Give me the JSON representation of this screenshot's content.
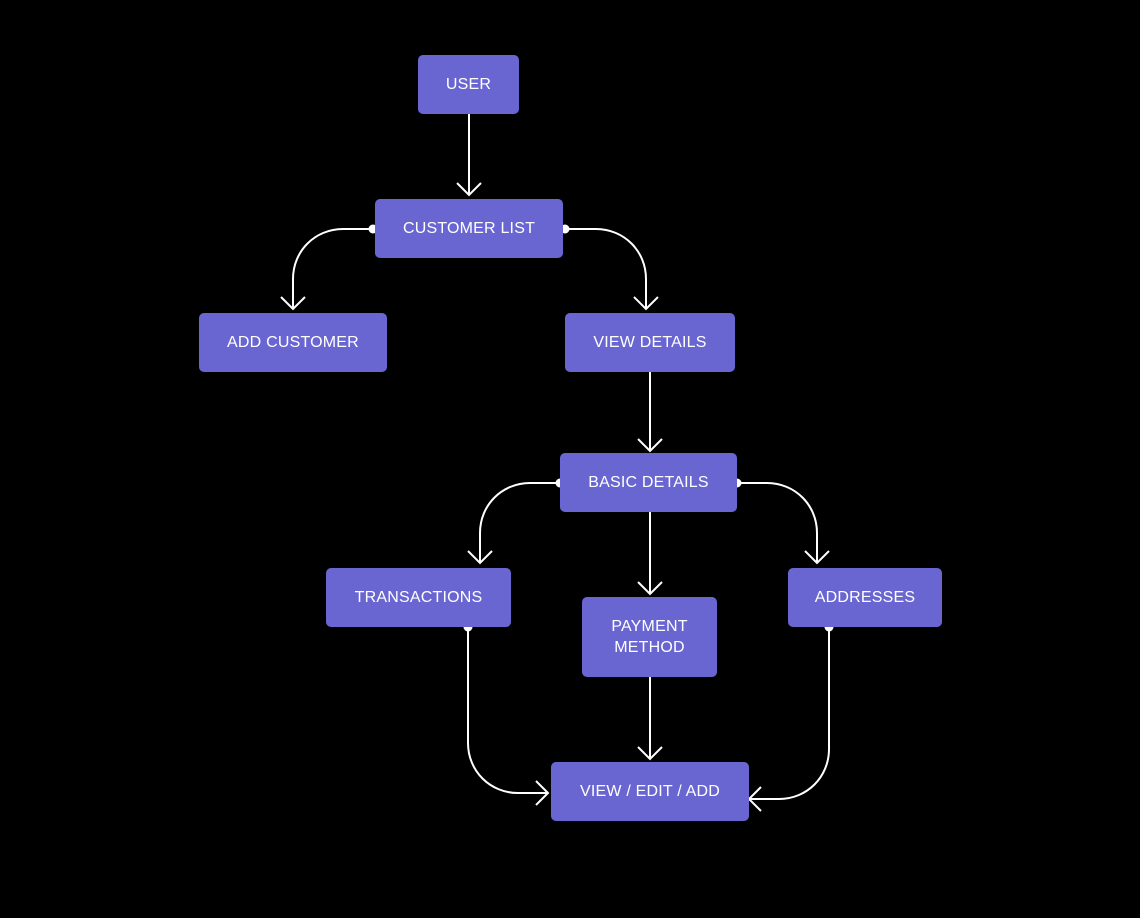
{
  "diagram": {
    "nodes": {
      "user": "USER",
      "customer_list": "CUSTOMER LIST",
      "add_customer": "ADD CUSTOMER",
      "view_details": "VIEW DETAILS",
      "basic_details": "BASIC DETAILS",
      "transactions": "TRANSACTIONS",
      "payment_method": "PAYMENT\nMETHOD",
      "addresses": "ADDRESSES",
      "view_edit_add": "VIEW / EDIT / ADD"
    },
    "edges": [
      {
        "from": "user",
        "to": "customer_list"
      },
      {
        "from": "customer_list",
        "to": "add_customer"
      },
      {
        "from": "customer_list",
        "to": "view_details"
      },
      {
        "from": "view_details",
        "to": "basic_details"
      },
      {
        "from": "basic_details",
        "to": "transactions"
      },
      {
        "from": "basic_details",
        "to": "payment_method"
      },
      {
        "from": "basic_details",
        "to": "addresses"
      },
      {
        "from": "transactions",
        "to": "view_edit_add"
      },
      {
        "from": "payment_method",
        "to": "view_edit_add"
      },
      {
        "from": "addresses",
        "to": "view_edit_add"
      }
    ],
    "colors": {
      "background": "#000000",
      "node_fill": "#6a66d1",
      "node_text": "#ffffff",
      "connector": "#ffffff"
    }
  }
}
